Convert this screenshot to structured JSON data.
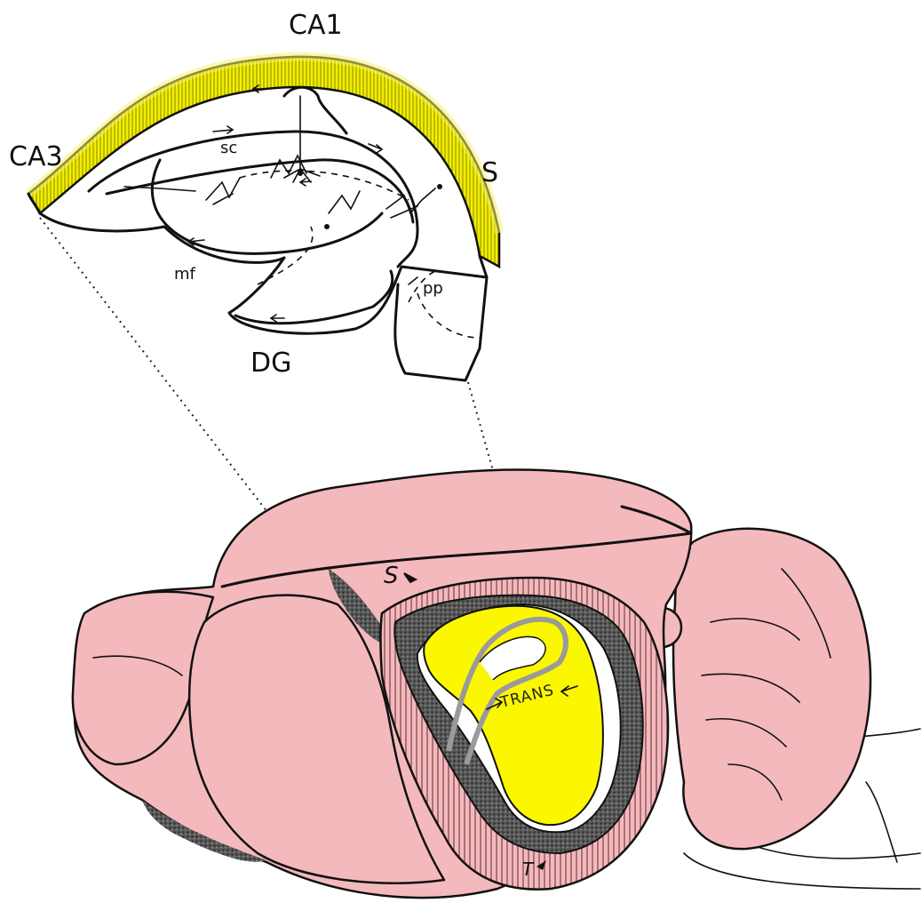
{
  "labels": {
    "ca1": "CA1",
    "ca3": "CA3",
    "s_top": "S",
    "sc": "sc",
    "mf": "mf",
    "pp": "pp",
    "dg": "DG",
    "s_brain": "S",
    "trans": "TRANS",
    "t_brain": "T"
  },
  "colors": {
    "highlight": "#f2ef00",
    "brain": "#f4b9bd",
    "hippocampus": "#fbf700",
    "shading": "#3a3a3a"
  }
}
